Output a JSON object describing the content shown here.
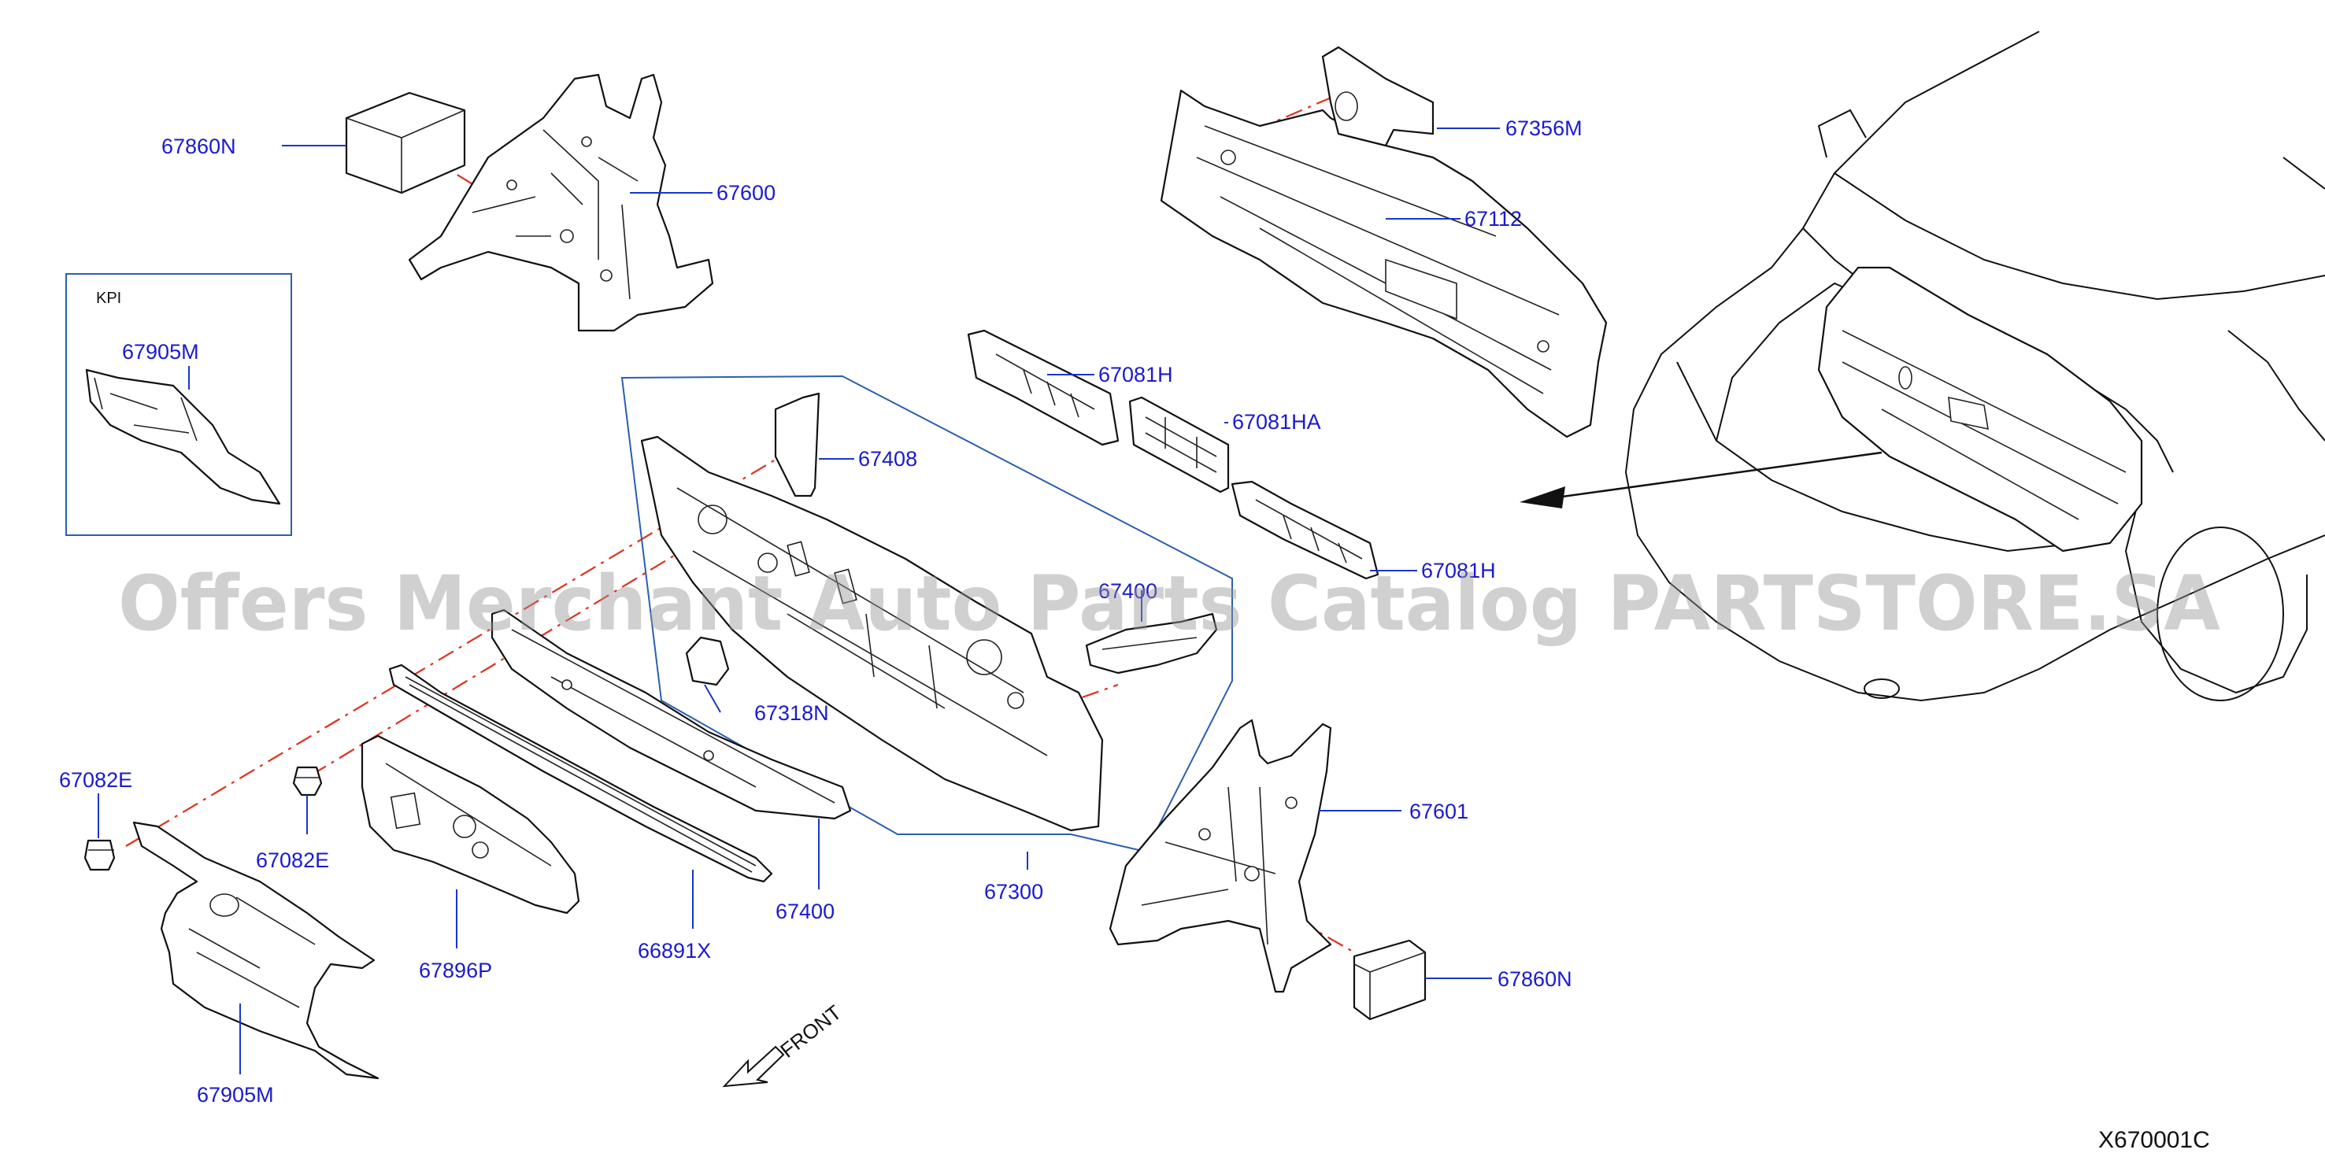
{
  "watermark": "Offers Merchant Auto Parts Catalog PARTSTORE.SA",
  "diagram_code": "X670001C",
  "inset_label": "KPI",
  "front_label": "FRONT",
  "callouts": {
    "p67860n_top": "67860N",
    "p67600": "67600",
    "p67905m_inset": "67905M",
    "p67356m": "67356M",
    "p67112": "67112",
    "p67081h_top": "67081H",
    "p67081ha": "67081HA",
    "p67081h_bottom": "67081H",
    "p67408": "67408",
    "p67400_hidden": "67400",
    "p67318n": "67318N",
    "p67082e_left": "67082E",
    "p67082e_mid": "67082E",
    "p67601": "67601",
    "p67860n_bottom": "67860N",
    "p67300": "67300",
    "p67400": "67400",
    "p66891x": "66891X",
    "p67896p": "67896P",
    "p67905m_bottom": "67905M"
  },
  "colors": {
    "callout_text": "#1a1ad0",
    "leader_line": "#1a36c8",
    "phantom_line": "#e0301e",
    "group_outline": "#2a5fb0",
    "watermark": "#969696"
  }
}
